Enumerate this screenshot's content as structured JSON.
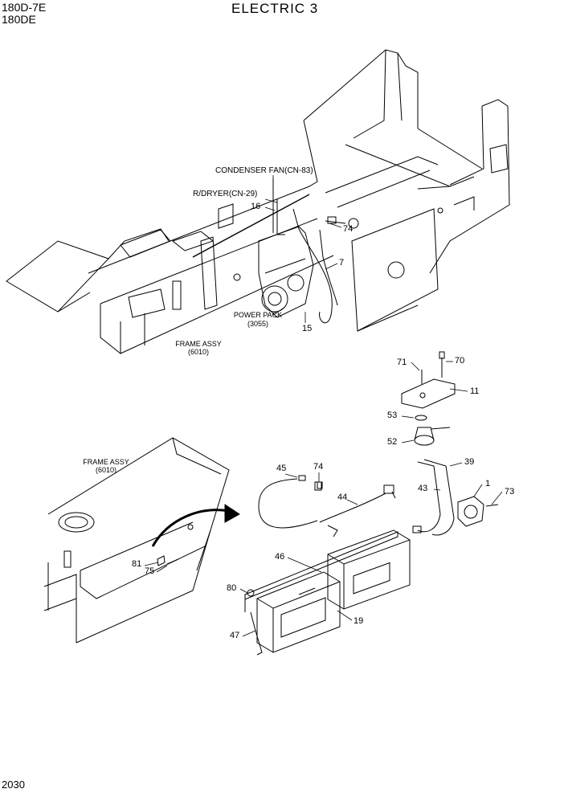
{
  "header": {
    "model_line1": "180D-7E",
    "model_line2": "180DE",
    "title": "ELECTRIC 3"
  },
  "labels": {
    "condenser_fan": "CONDENSER FAN(CN-83)",
    "rdryer": "R/DRYER(CN-29)",
    "power_pack": "POWER PACK",
    "power_pack_code": "(3055)",
    "frame_assy_upper": "FRAME ASSY",
    "frame_assy_upper_code": "(6010)",
    "frame_assy_lower": "FRAME ASSY",
    "frame_assy_lower_code": "(6010)"
  },
  "part_numbers": {
    "p16": "16",
    "p74a": "74",
    "p7": "7",
    "p15": "15",
    "p71": "71",
    "p70": "70",
    "p11": "11",
    "p53": "53",
    "p52": "52",
    "p39": "39",
    "p1": "1",
    "p73": "73",
    "p43": "43",
    "p45": "45",
    "p74b": "74",
    "p44": "44",
    "p46": "46",
    "p81": "81",
    "p75": "75",
    "p80": "80",
    "p19": "19",
    "p47": "47"
  },
  "footer": {
    "page_number": "2030"
  }
}
